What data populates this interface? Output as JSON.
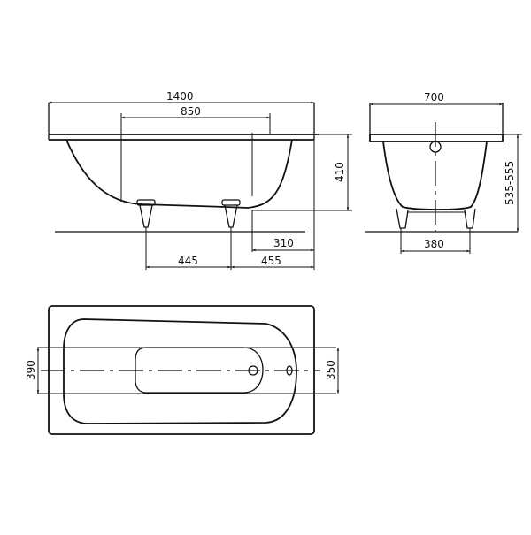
{
  "drawing": {
    "subject": "Bathtub technical drawing",
    "units": "mm",
    "side_view": {
      "dims": {
        "overall_length": "1400",
        "inner_length": "850",
        "tub_height": "410",
        "drain_offset": "310",
        "leg_spacing": "445",
        "leg_to_end": "455"
      }
    },
    "end_view": {
      "dims": {
        "overall_width": "700",
        "height_range": "535-555",
        "leg_width": "380"
      }
    },
    "plan_view": {
      "dims": {
        "left_width": "390",
        "right_width": "350"
      }
    },
    "colors": {
      "line": "#111111",
      "background": "#ffffff"
    }
  }
}
